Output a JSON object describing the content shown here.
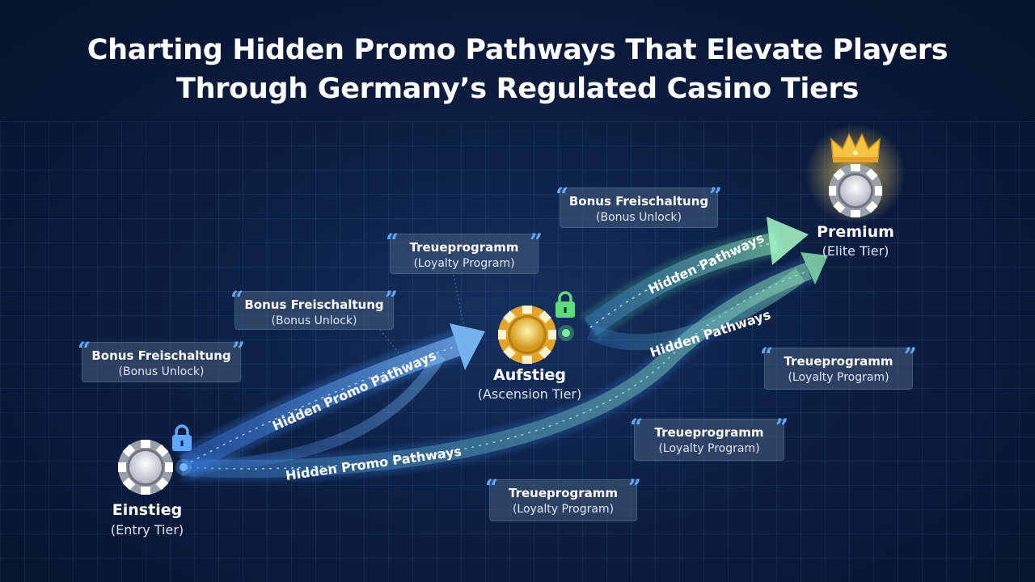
{
  "title": {
    "line1": "Charting Hidden Promo Pathways That Elevate Players",
    "line2": "Through Germany’s Regulated Casino Tiers"
  },
  "tiers": {
    "entry": {
      "name": "Einstieg",
      "subtitle": "(Entry Tier)",
      "chip_color": "silver",
      "lock_color": "#5ea8ff"
    },
    "ascension": {
      "name": "Aufstieg",
      "subtitle": "(Ascension Tier)",
      "chip_color": "gold",
      "lock_color": "#5fdc7a"
    },
    "premium": {
      "name": "Premium",
      "subtitle": "(Elite Tier)",
      "chip_color": "silver",
      "crown_color": "#f5c542"
    }
  },
  "pathways": {
    "entry_to_ascension_upper": "Hidden Promo Pathways",
    "entry_to_premium_lower": "Hidden Promo Pathways",
    "ascension_to_premium_upper": "Hidden Pathways",
    "ascension_to_premium_lower": "Hidden Pathways"
  },
  "labels": [
    {
      "de": "Bonus Freischaltung",
      "en": "(Bonus Unlock)"
    },
    {
      "de": "Bonus Freischaltung",
      "en": "(Bonus Unlock)"
    },
    {
      "de": "Treueprogramm",
      "en": "(Loyalty Program)"
    },
    {
      "de": "Bonus Freischaltung",
      "en": "(Bonus Unlock)"
    },
    {
      "de": "Treueprogramm",
      "en": "(Loyalty Program)"
    },
    {
      "de": "Treueprogramm",
      "en": "(Loyalty Program)"
    },
    {
      "de": "Treueprogramm",
      "en": "(Loyalty Program)"
    }
  ],
  "colors": {
    "accent_blue": "#5ea8ff",
    "accent_green": "#5fdc7a",
    "accent_gold": "#f5c542",
    "background": "#0c1e42"
  }
}
